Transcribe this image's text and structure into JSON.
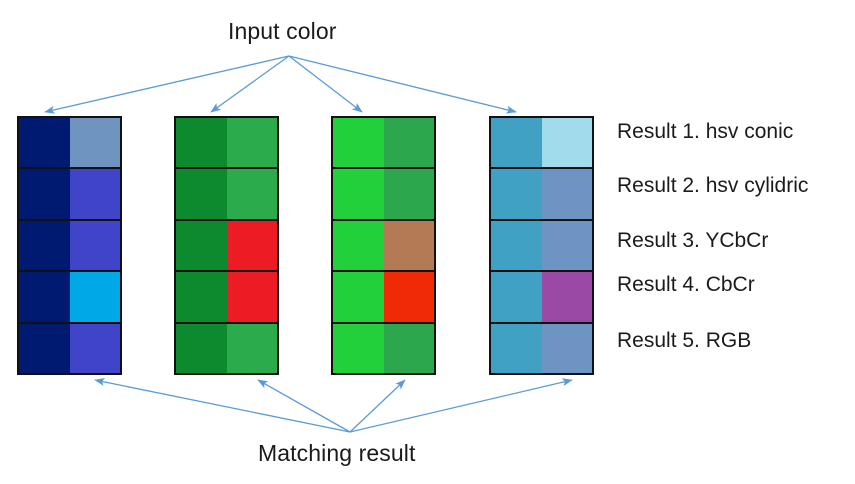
{
  "title_top": "Input color",
  "title_bottom": "Matching result",
  "arrow_color": "#5B9BD5",
  "border_color": "#111111",
  "labels": [
    "Result 1. hsv conic",
    "Result 2. hsv cylidric",
    "Result 3. YCbCr",
    "Result 4. CbCr",
    "Result 5. RGB"
  ],
  "blocks": [
    {
      "name": "block-navy",
      "rows": [
        {
          "input": "#001A72",
          "match": "#7094C0"
        },
        {
          "input": "#001A72",
          "match": "#3F44C8"
        },
        {
          "input": "#001A72",
          "match": "#3F44C8"
        },
        {
          "input": "#001A72",
          "match": "#00A8E8"
        },
        {
          "input": "#001A72",
          "match": "#3F44C8"
        }
      ]
    },
    {
      "name": "block-dark-green",
      "rows": [
        {
          "input": "#0E8A2E",
          "match": "#2BAB4C"
        },
        {
          "input": "#0E8A2E",
          "match": "#2BAB4C"
        },
        {
          "input": "#0E8A2E",
          "match": "#ED1C24"
        },
        {
          "input": "#0E8A2E",
          "match": "#ED1C24"
        },
        {
          "input": "#0E8A2E",
          "match": "#2BAB4C"
        }
      ]
    },
    {
      "name": "block-bright-green",
      "rows": [
        {
          "input": "#22D03C",
          "match": "#2DA74D"
        },
        {
          "input": "#22D03C",
          "match": "#2DA74D"
        },
        {
          "input": "#22D03C",
          "match": "#B27A55"
        },
        {
          "input": "#22D03C",
          "match": "#F02A06"
        },
        {
          "input": "#22D03C",
          "match": "#2DA74D"
        }
      ]
    },
    {
      "name": "block-teal",
      "rows": [
        {
          "input": "#40A1C4",
          "match": "#A2DCEC"
        },
        {
          "input": "#40A1C4",
          "match": "#6E94C4"
        },
        {
          "input": "#40A1C4",
          "match": "#6E94C4"
        },
        {
          "input": "#40A1C4",
          "match": "#9B4AA3"
        },
        {
          "input": "#40A1C4",
          "match": "#6E94C4"
        }
      ]
    }
  ]
}
